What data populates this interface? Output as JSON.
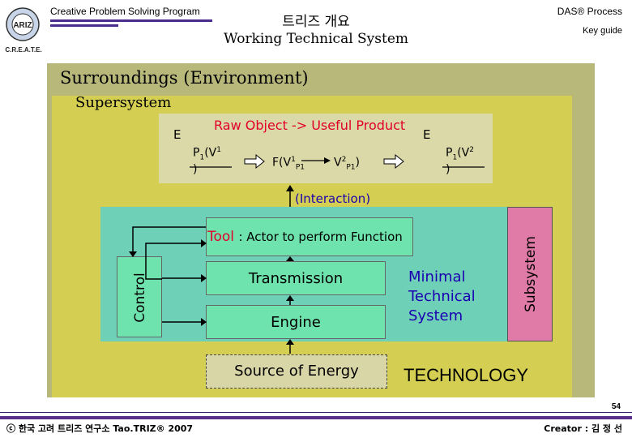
{
  "header": {
    "program": "Creative Problem Solving Program",
    "title_kr": "트리즈 개요",
    "title_en": "Working Technical System",
    "process": "DAS® Process",
    "key_guide": "Key guide",
    "logo_top": "ARIZ",
    "logo_bottom": "C.R.E.A.T.E."
  },
  "diagram": {
    "environment": "Surroundings (Environment)",
    "supersystem": "Supersystem",
    "e_left": "E",
    "e_right": "E",
    "raw_to_product": "Raw Object -> Useful Product",
    "p1_v1": "P1(V1)",
    "f_expr": "F(V1P1 ",
    "v2_expr": " V2P1)",
    "p1_v2": "P1(V2)",
    "interaction": "(Interaction)",
    "tool_word": "Tool",
    "tool_rest": ": Actor to perform Function",
    "transmission": "Transmission",
    "engine": "Engine",
    "control": "Control",
    "subsystem": "Subsystem",
    "minimal_system": "Minimal Technical System",
    "energy_source": "Source of Energy",
    "technology": "TECHNOLOGY"
  },
  "footer": {
    "page_number": "54",
    "copyright": "ⓒ 한국 고려 트리즈 연구소 Tao.TRIZ® 2007",
    "creator": "Creator : 김 정 선"
  },
  "colors": {
    "environment": "#b8b87a",
    "supersystem": "#d4cf52",
    "system_bg": "#6fd0b8",
    "box": "#6fe3ad",
    "subsystem": "#e07aa6",
    "red_text": "#e0002a",
    "blue_text": "#1a00b0",
    "footer_bar": "#5a2f8c"
  }
}
